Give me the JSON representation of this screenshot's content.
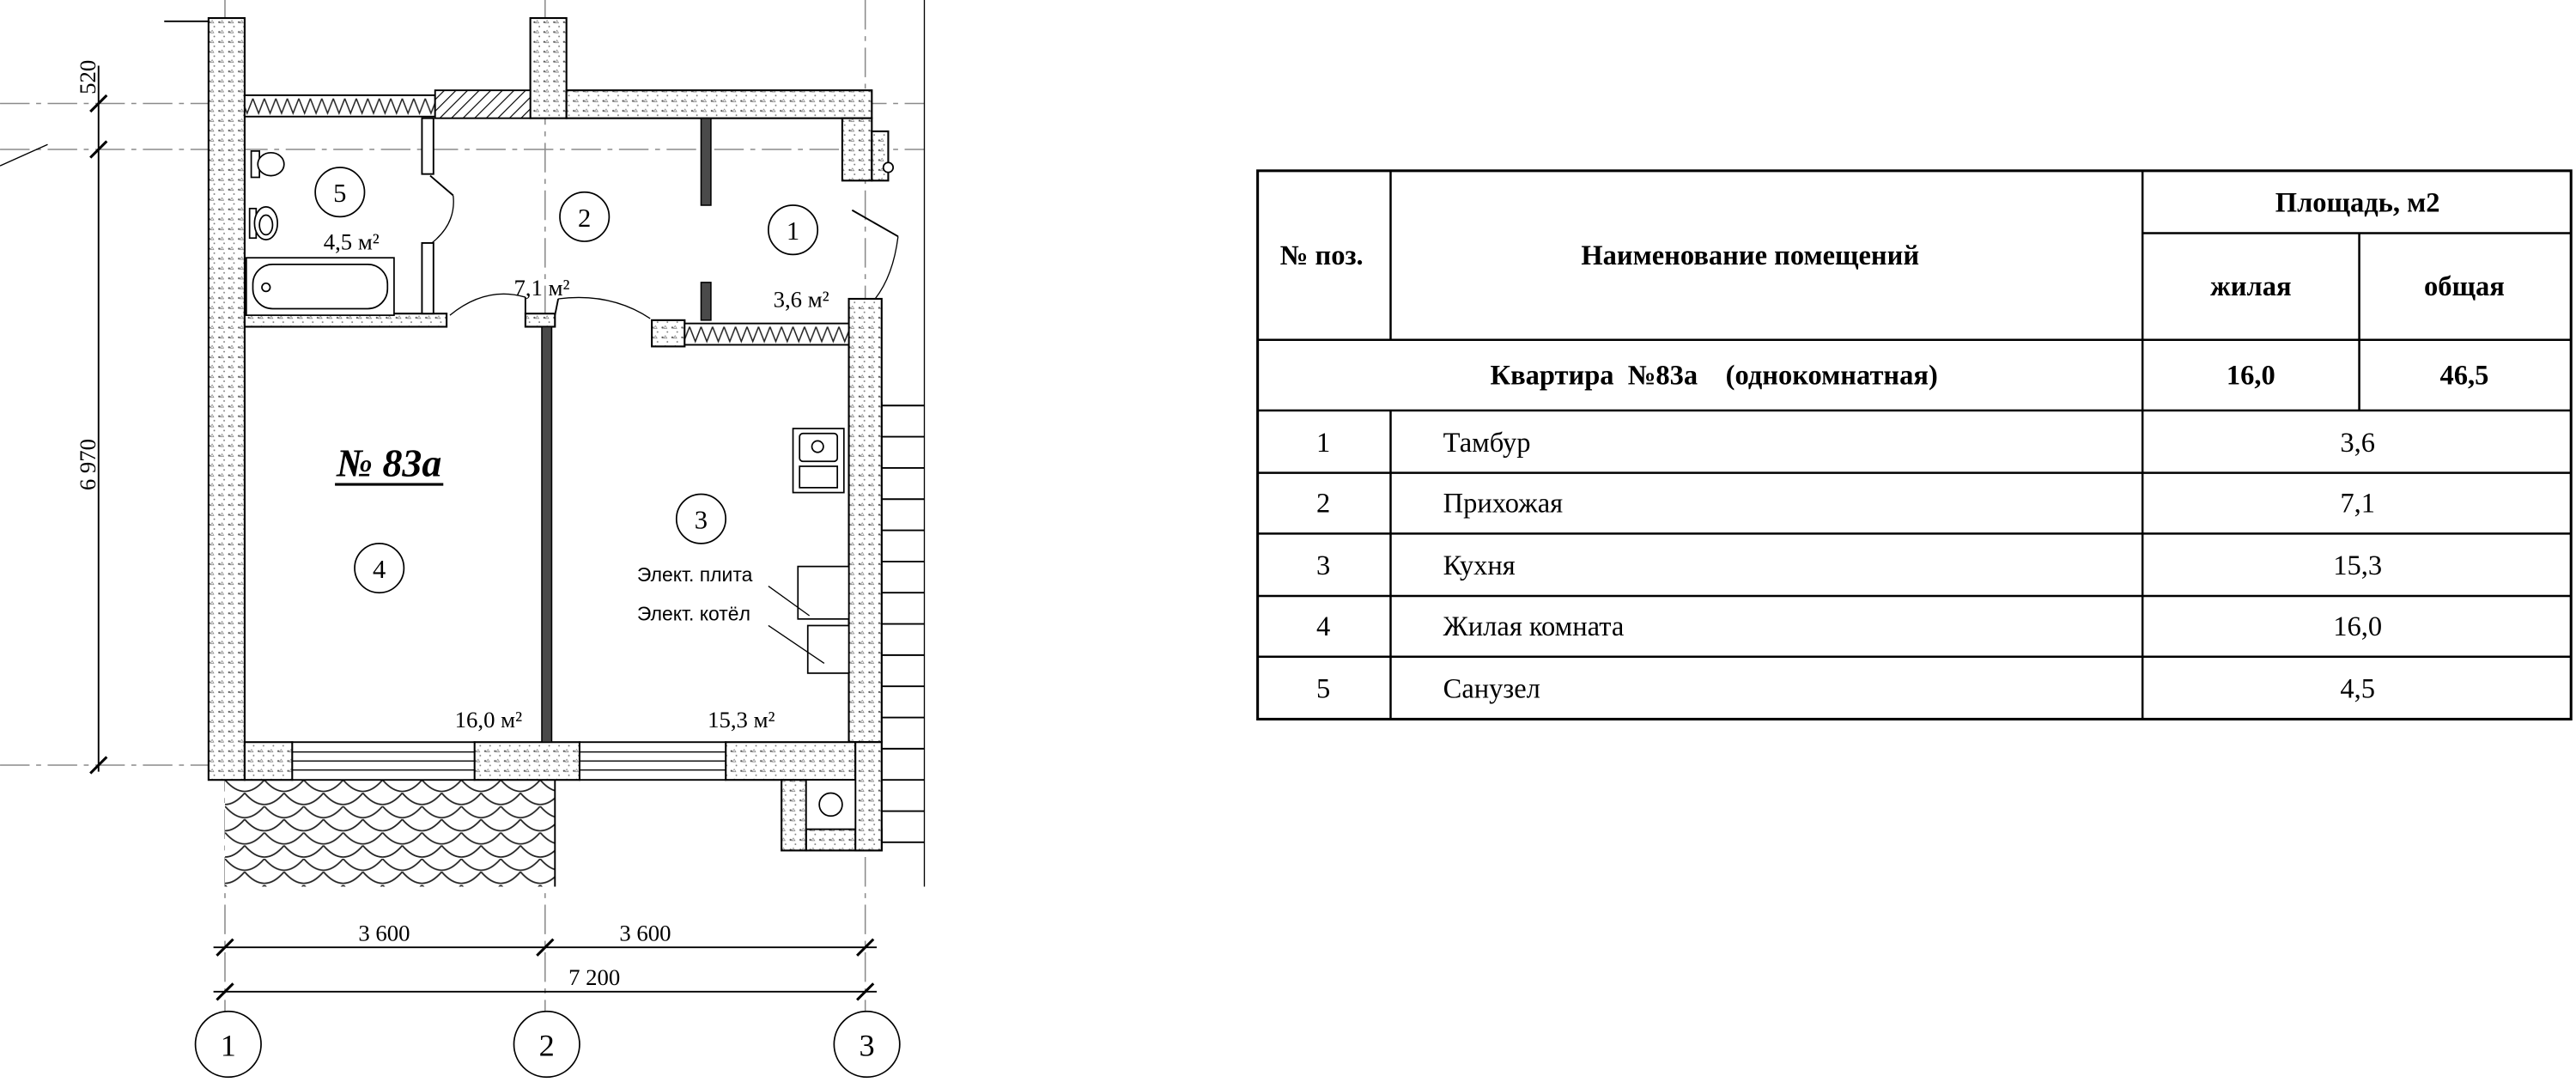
{
  "colors": {
    "line": "#000000",
    "background": "#ffffff"
  },
  "plan": {
    "apartment_label": "№ 83а",
    "rooms": {
      "r1": {
        "number": "1",
        "area": "3,6 м²"
      },
      "r2": {
        "number": "2",
        "area": "7,1 м²"
      },
      "r3": {
        "number": "3",
        "area": "15,3 м²"
      },
      "r4": {
        "number": "4",
        "area": "16,0 м²"
      },
      "r5": {
        "number": "5",
        "area": "4,5 м²"
      }
    },
    "equipment": {
      "stove": "Элект. плита",
      "boiler": "Элект. котёл"
    },
    "dimensions": {
      "top_offset": "520",
      "depth": "6 970",
      "span_1_2": "3 600",
      "span_2_3": "3 600",
      "total_width": "7 200"
    },
    "axes": [
      "1",
      "2",
      "3"
    ]
  },
  "table": {
    "headers": {
      "position": "№ поз.",
      "name": "Наименование помещений",
      "area": "Площадь, м2",
      "living": "жилая",
      "total": "общая"
    },
    "apartment": {
      "name": "Квартира  №83а    (однокомнатная)",
      "living": "16,0",
      "total": "46,5"
    },
    "rows": [
      {
        "position": "1",
        "name": "Тамбур",
        "area": "3,6"
      },
      {
        "position": "2",
        "name": "Прихожая",
        "area": "7,1"
      },
      {
        "position": "3",
        "name": "Кухня",
        "area": "15,3"
      },
      {
        "position": "4",
        "name": "Жилая комната",
        "area": "16,0"
      },
      {
        "position": "5",
        "name": "Санузел",
        "area": "4,5"
      }
    ]
  }
}
